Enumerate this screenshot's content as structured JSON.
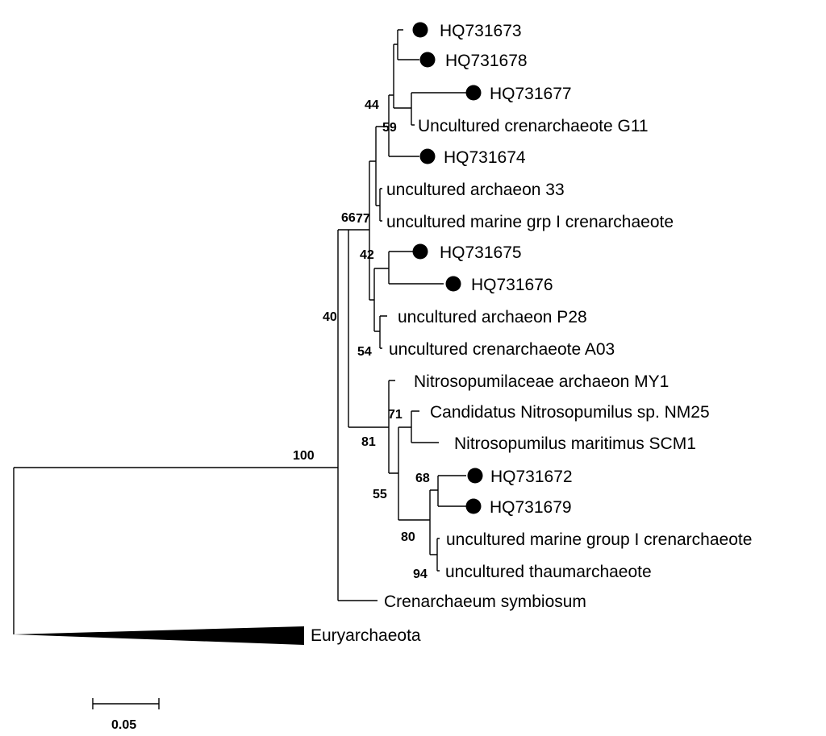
{
  "tree": {
    "taxa": [
      {
        "label": "HQ731673",
        "marked": true
      },
      {
        "label": "HQ731678",
        "marked": true
      },
      {
        "label": "HQ731677",
        "marked": true
      },
      {
        "label": "Uncultured crenarchaeote G11",
        "marked": false
      },
      {
        "label": "HQ731674",
        "marked": true
      },
      {
        "label": "uncultured archaeon 33",
        "marked": false
      },
      {
        "label": "uncultured marine grp I crenarchaeote",
        "marked": false
      },
      {
        "label": "HQ731675",
        "marked": true
      },
      {
        "label": "HQ731676",
        "marked": true
      },
      {
        "label": "uncultured archaeon P28",
        "marked": false
      },
      {
        "label": "uncultured crenarchaeote A03",
        "marked": false
      },
      {
        "label": "Nitrosopumilaceae archaeon MY1",
        "marked": false
      },
      {
        "label": "Candidatus Nitrosopumilus sp. NM25",
        "marked": false
      },
      {
        "label": "Nitrosopumilus maritimus SCM1",
        "marked": false
      },
      {
        "label": "HQ731672",
        "marked": true
      },
      {
        "label": "HQ731679",
        "marked": true
      },
      {
        "label": "uncultured marine group I crenarchaeote",
        "marked": false
      },
      {
        "label": "uncultured thaumarchaeote",
        "marked": false
      },
      {
        "label": "Crenarchaeum symbiosum",
        "marked": false
      }
    ],
    "collapsed_clade": "Euryarchaeota",
    "bootstrap": [
      "44",
      "59",
      "66",
      "77",
      "42",
      "40",
      "54",
      "71",
      "81",
      "55",
      "68",
      "80",
      "94",
      "100"
    ],
    "scale_bar": "0.05"
  }
}
